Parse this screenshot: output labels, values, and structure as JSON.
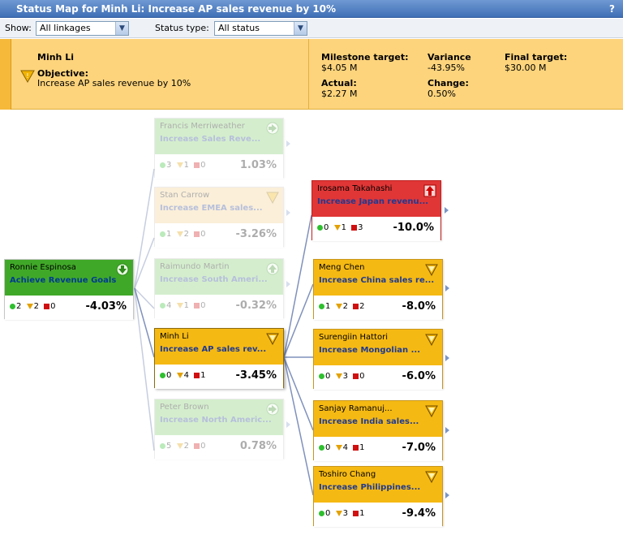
{
  "window": {
    "title": "Status Map for Minh Li: Increase AP sales revenue by 10%",
    "help": "?"
  },
  "toolbar": {
    "show_label": "Show:",
    "show_value": "All linkages",
    "status_label": "Status type:",
    "status_value": "All status"
  },
  "summary": {
    "owner": "Minh Li",
    "objective_label": "Objective:",
    "objective": "Increase AP sales revenue by 10%",
    "milestone_label": "Milestone target:",
    "milestone": "$4.05 M",
    "actual_label": "Actual:",
    "actual": "$2.27 M",
    "variance_label": "Variance",
    "variance": "-43.95%",
    "change_label": "Change:",
    "change": "0.50%",
    "final_label": "Final target:",
    "final": "$30.00 M"
  },
  "colors": {
    "gold": "#f5b913",
    "green": "#40a828",
    "red": "#e03636",
    "link": "#7c95c4"
  },
  "cards": {
    "ronnie": {
      "name": "Ronnie Espinosa",
      "goal": "Achieve Revenue Goals",
      "g": "2",
      "y": "2",
      "r": "0",
      "pct": "-4.03%",
      "icon": "down-arrow-icon"
    },
    "francis": {
      "name": "Francis Merriweather",
      "goal": "Increase Sales Reve...",
      "g": "3",
      "y": "1",
      "r": "0",
      "pct": "1.03%",
      "icon": "right-arrow-icon"
    },
    "stan": {
      "name": "Stan Carrow",
      "goal": "Increase EMEA sales...",
      "g": "1",
      "y": "2",
      "r": "0",
      "pct": "-3.26%",
      "icon": "warning-icon"
    },
    "raimundo": {
      "name": "Raimundo Martin",
      "goal": "Increase South Ameri...",
      "g": "4",
      "y": "1",
      "r": "0",
      "pct": "-0.32%",
      "icon": "up-arrow-icon"
    },
    "minh": {
      "name": "Minh Li",
      "goal": "Increase AP sales rev...",
      "g": "0",
      "y": "4",
      "r": "1",
      "pct": "-3.45%",
      "icon": "warning-icon"
    },
    "peter": {
      "name": "Peter Brown",
      "goal": "Increase North Americ...",
      "g": "5",
      "y": "2",
      "r": "0",
      "pct": "0.78%",
      "icon": "right-arrow-icon"
    },
    "irosama": {
      "name": "Irosama Takahashi",
      "goal": "Increase Japan revenu...",
      "g": "0",
      "y": "1",
      "r": "3",
      "pct": "-10.0%",
      "icon": "red-up-arrow-icon"
    },
    "meng": {
      "name": "Meng Chen",
      "goal": "Increase China sales re...",
      "g": "1",
      "y": "2",
      "r": "2",
      "pct": "-8.0%",
      "icon": "warning-icon"
    },
    "surengiin": {
      "name": "Surengiin Hattori",
      "goal": "Increase Mongolian ...",
      "g": "0",
      "y": "3",
      "r": "0",
      "pct": "-6.0%",
      "icon": "warning-icon"
    },
    "sanjay": {
      "name": "Sanjay Ramanuj...",
      "goal": "Increase India sales...",
      "g": "0",
      "y": "4",
      "r": "1",
      "pct": "-7.0%",
      "icon": "warning-icon"
    },
    "toshiro": {
      "name": "Toshiro Chang",
      "goal": "Increase Philippines...",
      "g": "0",
      "y": "3",
      "r": "1",
      "pct": "-9.4%",
      "icon": "warning-icon"
    }
  }
}
